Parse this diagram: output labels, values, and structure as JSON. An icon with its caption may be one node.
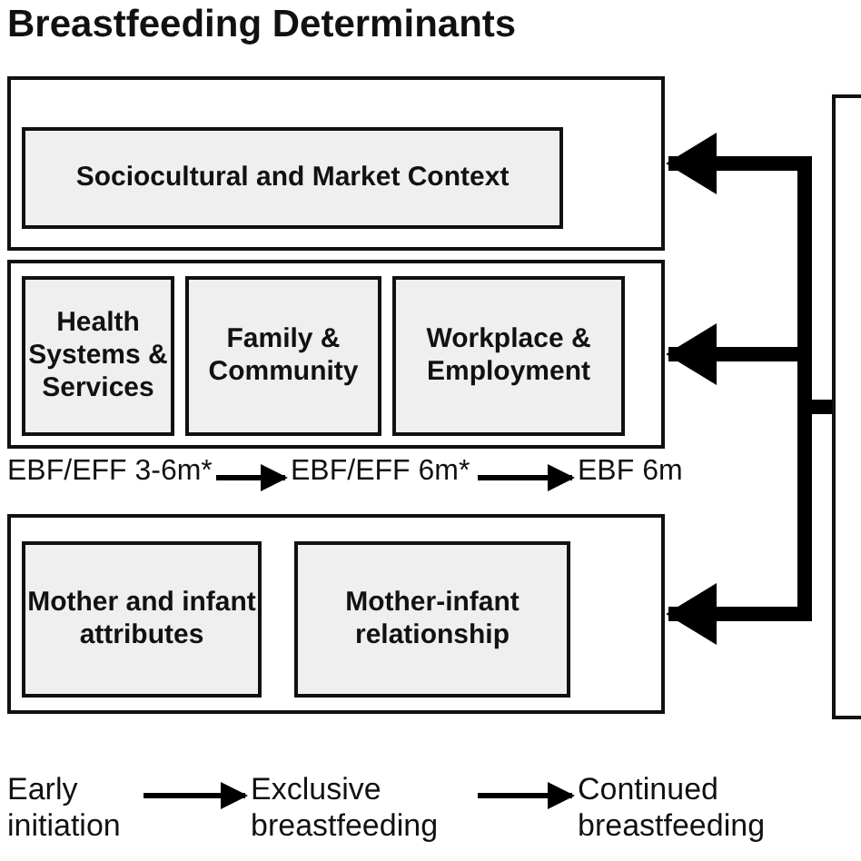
{
  "diagram": {
    "title": "Breastfeeding Determinants",
    "nodes": [
      {
        "text": [],
        "shape": "box"
      },
      {
        "text": [
          "Sociocultural and Market Context"
        ],
        "in": 0
      },
      {
        "text": [],
        "shape": "box"
      },
      {
        "text": [
          "Health Systems & Services"
        ],
        "in": 2
      },
      {
        "text": [
          "Family & Community"
        ],
        "in": 2
      },
      {
        "text": [
          "Workplace & Employment"
        ],
        "in": 2
      },
      {
        "text": [],
        "shape": "box"
      },
      {
        "text": [
          "Mother and infant attributes"
        ],
        "in": 6
      },
      {
        "text": [
          "Mother-infant relationship"
        ],
        "in": 6
      },
      {
        "text": [
          "EBF/EFF 3-6m*"
        ]
      },
      {
        "text": [
          "EBF/EFF 6m*"
        ]
      },
      {
        "text": [
          "EBF 6m"
        ]
      },
      {
        "text": [
          "Early initiation"
        ]
      },
      {
        "text": [
          "Exclusive breastfeeding"
        ]
      },
      {
        "text": [
          "Continued breastfeeding"
        ]
      },
      {
        "text": [],
        "shape": "box"
      }
    ],
    "edges": [
      {
        "from": 15,
        "to": 0,
        "arrow": "to",
        "style": "thick"
      },
      {
        "from": 15,
        "to": 2,
        "arrow": "to",
        "style": "thick"
      },
      {
        "from": 15,
        "to": 6,
        "arrow": "to",
        "style": "thick"
      },
      {
        "from": 9,
        "to": 10,
        "arrow": "to"
      },
      {
        "from": 10,
        "to": 11,
        "arrow": "to"
      },
      {
        "from": 12,
        "to": 13,
        "arrow": "to"
      },
      {
        "from": 13,
        "to": 14,
        "arrow": "to"
      }
    ]
  }
}
